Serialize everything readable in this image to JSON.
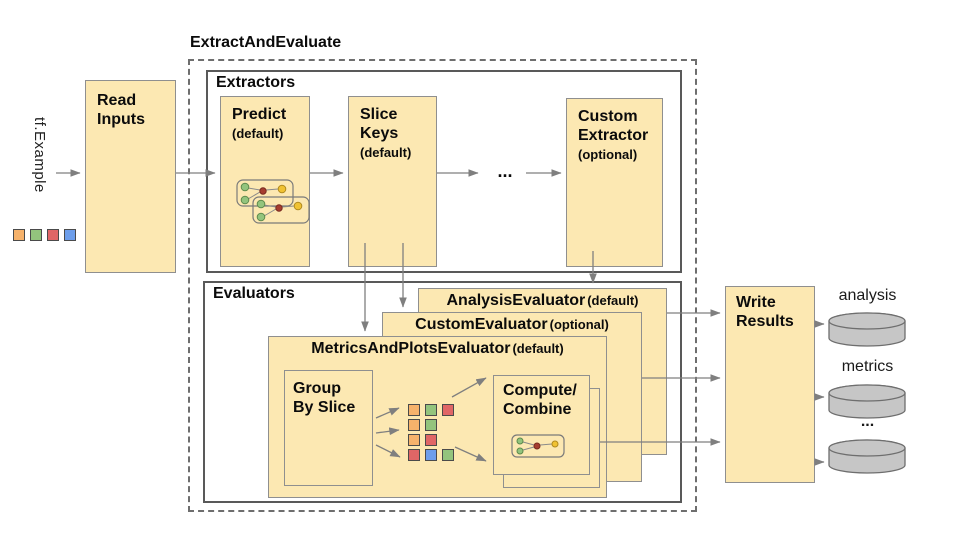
{
  "diagram": {
    "pipeline_title": "ExtractAndEvaluate",
    "input": {
      "label": "tf.Example",
      "legend_colors": [
        "orange",
        "green",
        "red",
        "blue"
      ]
    },
    "read_inputs": {
      "title": "Read\nInputs"
    },
    "extractors": {
      "title": "Extractors",
      "ellipsis": "...",
      "boxes": [
        {
          "title": "Predict",
          "qualifier": "(default)"
        },
        {
          "title": "Slice\nKeys",
          "qualifier": "(default)"
        },
        {
          "title": "Custom\nExtractor",
          "qualifier": "(optional)"
        }
      ]
    },
    "evaluators": {
      "title": "Evaluators",
      "stack": [
        {
          "name": "AnalysisEvaluator",
          "qualifier": "(default)"
        },
        {
          "name": "CustomEvaluator",
          "qualifier": "(optional)"
        },
        {
          "name": "MetricsAndPlotsEvaluator",
          "qualifier": "(default)"
        }
      ],
      "group_by_slice": {
        "title": "Group\nBy Slice"
      },
      "compute_combine": {
        "title": "Compute/\nCombine"
      },
      "slice_grid": [
        [
          "orange",
          "green",
          "red"
        ],
        [
          "orange",
          "green"
        ],
        [
          "orange",
          "red"
        ],
        [
          "red",
          "blue",
          "green"
        ]
      ]
    },
    "write_results": {
      "title": "Write\nResults"
    },
    "outputs": [
      {
        "label": "analysis"
      },
      {
        "label": "metrics"
      },
      {
        "label": "..."
      }
    ],
    "palette": {
      "orange": "#F6B26B",
      "green": "#93C47D",
      "red": "#E06666",
      "blue": "#6D9EEB",
      "box_fill": "#FCE8B2",
      "node_green": "#93C47D",
      "node_red": "#A63D2F",
      "node_yellow": "#F0C233",
      "cylinder_fill": "#C6C6C6",
      "arrow": "#7f7f7f"
    }
  }
}
